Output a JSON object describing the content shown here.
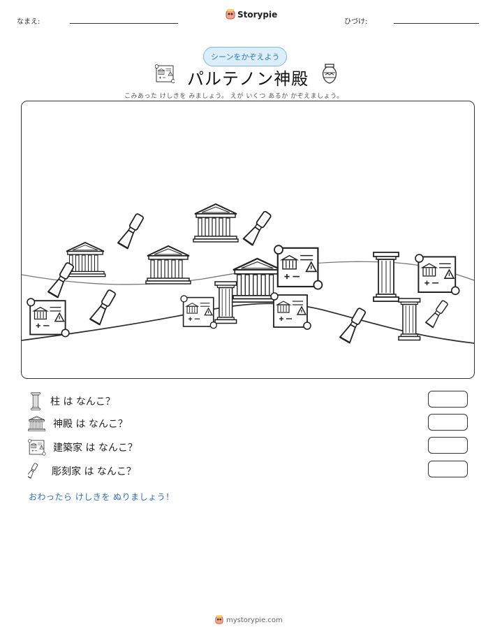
{
  "header": {
    "name_label": "なまえ:",
    "date_label": "ひづけ:",
    "brand": "Storypie"
  },
  "badge": "シーンをかぞえよう",
  "title": "パルテノン神殿",
  "subtitle": "こみあった けしきを みましょう。 えが いくつ あるか かぞえましょう。",
  "questions": [
    {
      "icon": "column-icon",
      "label": "柱 は なんこ？"
    },
    {
      "icon": "temple-icon",
      "label": "神殿 は なんこ？"
    },
    {
      "icon": "blueprint-icon",
      "label": "建築家 は なんこ？"
    },
    {
      "icon": "chisel-icon",
      "label": "彫刻家 は なんこ？"
    }
  ],
  "instruction": "おわったら けしきを ぬりましょう！",
  "footer": {
    "site": "mystorypie.com"
  }
}
